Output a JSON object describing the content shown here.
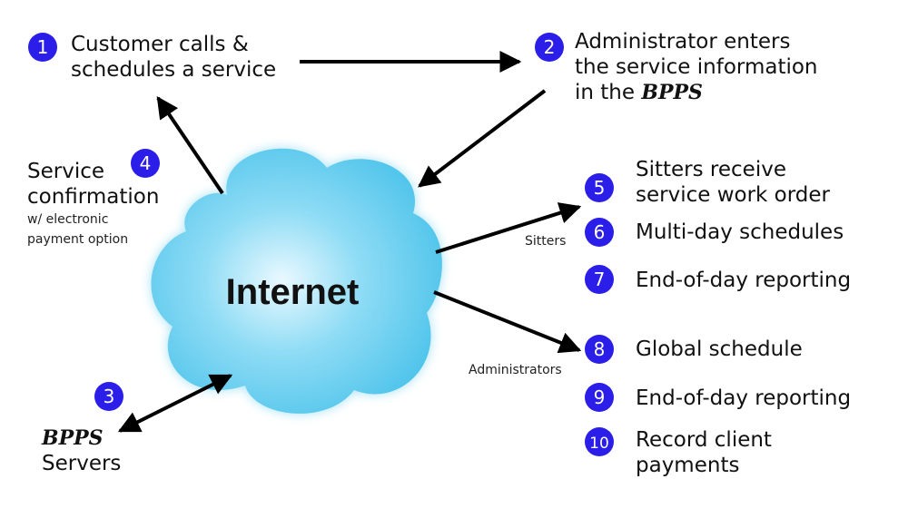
{
  "colors": {
    "badge": "#2a1ee8",
    "cloud": "#5ccbee",
    "cloud_center": "#e8f8ff",
    "arrow": "#000000"
  },
  "cloud": {
    "label": "Internet"
  },
  "steps": [
    {
      "num": "1",
      "lines": [
        "Customer calls &",
        "schedules a service"
      ]
    },
    {
      "num": "2",
      "lines": [
        "Administrator enters",
        "the service information",
        "in the "
      ],
      "emph": "BPPS"
    },
    {
      "num": "3",
      "emph": "BPPS",
      "lines": [
        "Servers"
      ]
    },
    {
      "num": "4",
      "lines": [
        "Service",
        "confirmation"
      ],
      "sub": [
        "w/ electronic",
        "payment option"
      ]
    },
    {
      "num": "5",
      "lines": [
        "Sitters receive",
        "service work order"
      ]
    },
    {
      "num": "6",
      "lines": [
        "Multi-day schedules"
      ]
    },
    {
      "num": "7",
      "lines": [
        "End-of-day reporting"
      ]
    },
    {
      "num": "8",
      "lines": [
        "Global schedule"
      ]
    },
    {
      "num": "9",
      "lines": [
        "End-of-day reporting"
      ]
    },
    {
      "num": "10",
      "lines": [
        "Record client",
        "payments"
      ]
    }
  ],
  "arrow_labels": {
    "sitters": "Sitters",
    "administrators": "Administrators"
  }
}
